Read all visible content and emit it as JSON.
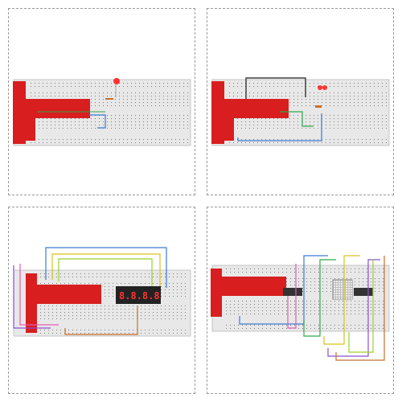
{
  "panels": [
    {
      "id": "p1",
      "name": "panel-led-circuit"
    },
    {
      "id": "p2",
      "name": "panel-two-led-circuit"
    },
    {
      "id": "p3",
      "name": "panel-seven-segment-circuit"
    },
    {
      "id": "p4",
      "name": "panel-led-matrix-circuit"
    }
  ],
  "display": {
    "digits": "8.8.8.8"
  },
  "colors": {
    "breadboard": "#e8e8e8",
    "gpio_board": "#d81e1e",
    "led_red": "#ff3333",
    "wire_blue": "#3a7bd5",
    "wire_green": "#2ea84a",
    "wire_black": "#1a1a1a",
    "wire_orange": "#c8702a",
    "wire_purple": "#8a4fd0",
    "wire_pink": "#e45bb5",
    "wire_yellow": "#d9c21f",
    "wire_lime": "#9bd12a"
  },
  "icons": [
    "led-icon",
    "resistor-icon",
    "seven-segment-display-icon",
    "led-matrix-icon",
    "ic-chip-icon"
  ]
}
